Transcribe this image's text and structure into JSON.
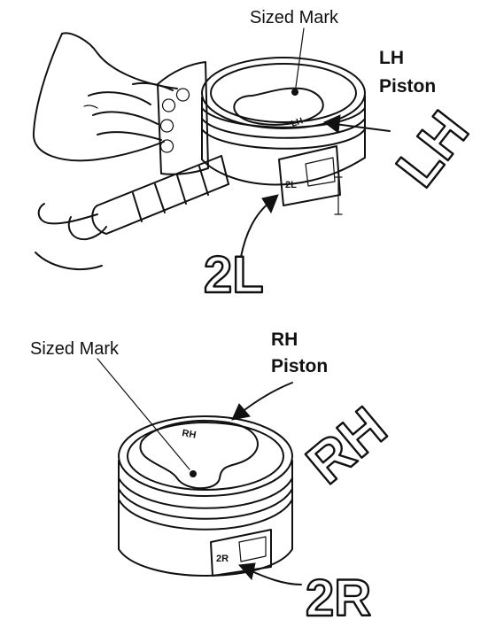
{
  "top": {
    "sized_mark_label": "Sized Mark",
    "piston_label_line1": "LH",
    "piston_label_line2": "Piston",
    "side_letters": "LH",
    "bank_mark": "2L",
    "stamp_text": "2L",
    "crown_text": "LH"
  },
  "bottom": {
    "sized_mark_label": "Sized Mark",
    "piston_label_line1": "RH",
    "piston_label_line2": "Piston",
    "side_letters": "RH",
    "bank_mark": "2R",
    "stamp_text": "2R",
    "crown_text": "RH"
  }
}
